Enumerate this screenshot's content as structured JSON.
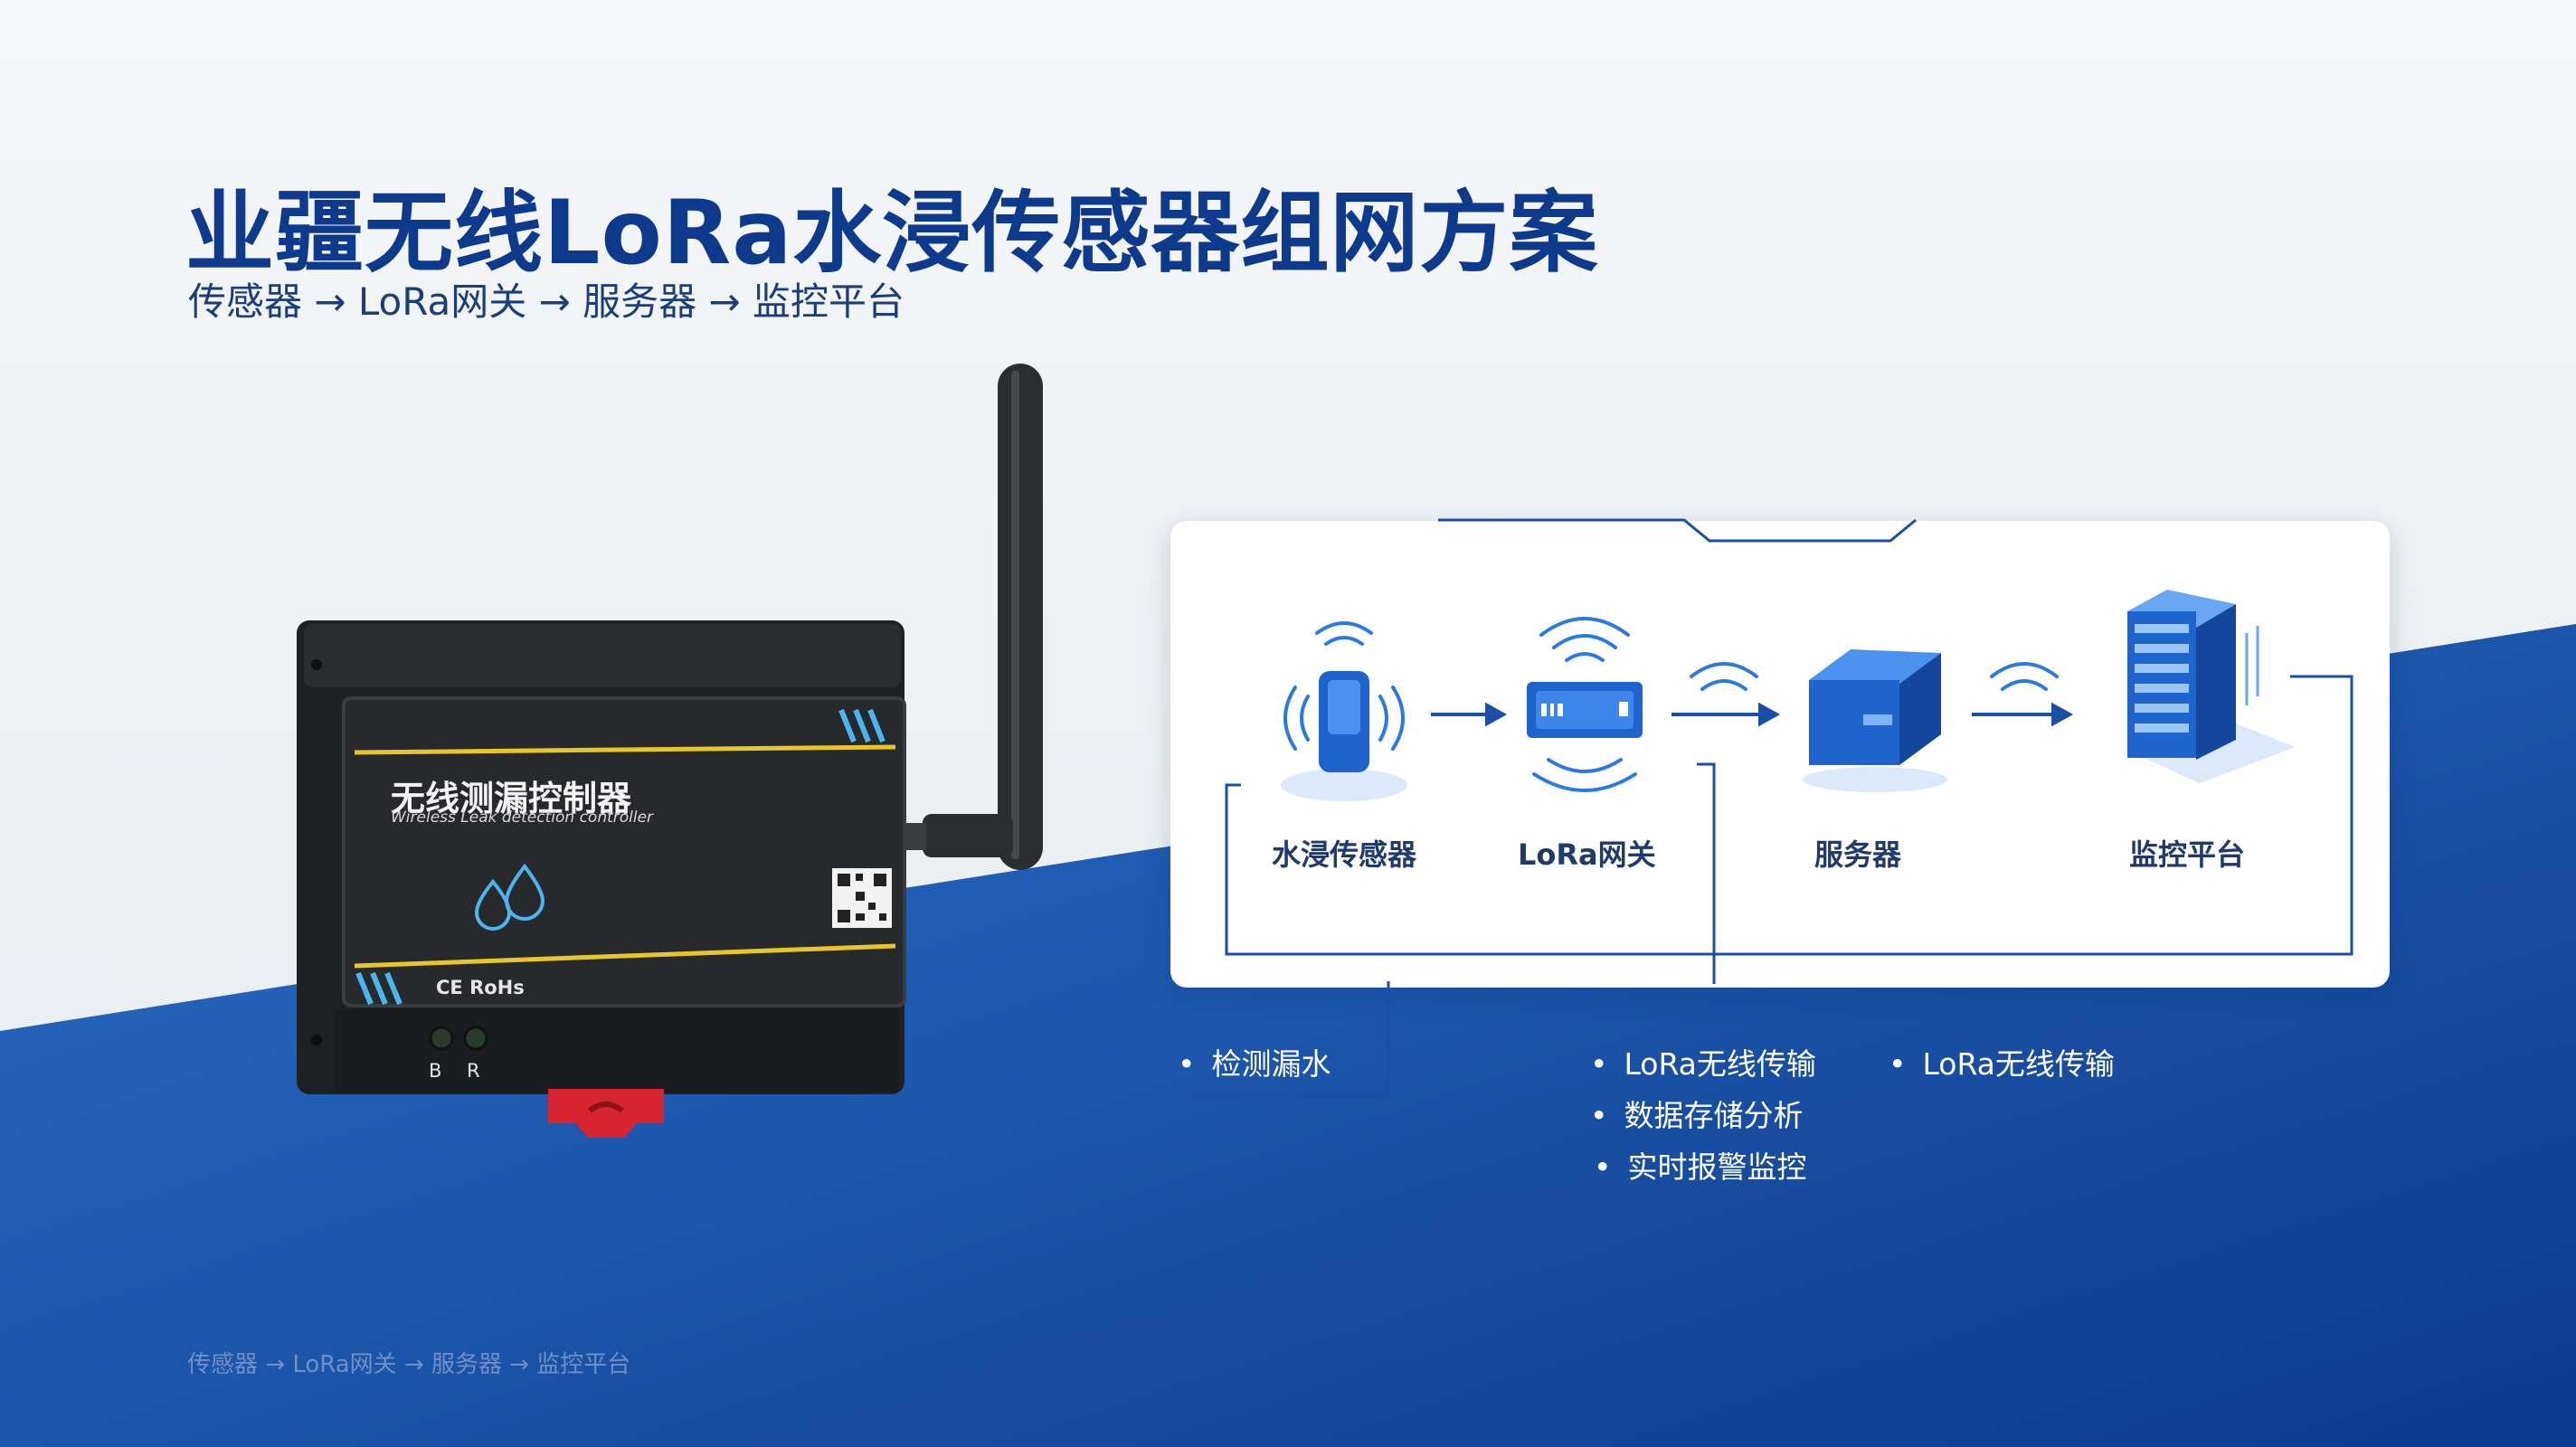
{
  "title": "业疆无线LoRa水浸传感器组网方案",
  "subtitle": "传感器 → LoRa网关 → 服务器 → 监控平台",
  "footer": "传感器 → LoRa网关 → 服务器 → 监控平台",
  "device": {
    "label_cn": "无线测漏控制器",
    "label_en": "Wireless Leak detection controller",
    "cert": "CE  RoHs",
    "led_b": "B",
    "led_r": "R"
  },
  "flow": {
    "nodes": [
      {
        "label": "水浸传感器",
        "icon": "water-sensor-icon"
      },
      {
        "label": "LoRa网关",
        "icon": "lora-gateway-icon"
      },
      {
        "label": "服务器",
        "icon": "server-icon"
      },
      {
        "label": "监控平台",
        "icon": "monitor-platform-icon"
      }
    ],
    "sensor_features": [
      "检测漏水"
    ],
    "server_features": [
      "LoRa无线传输",
      "数据存储分析",
      "实时报警监控"
    ],
    "platform_features": [
      "LoRa无线传输"
    ]
  },
  "colors": {
    "primary_blue": "#1a4fa8",
    "title_navy": "#0d3a8c",
    "accent_cyan": "#4ab6f0",
    "device_yellow": "#e6c62a"
  }
}
